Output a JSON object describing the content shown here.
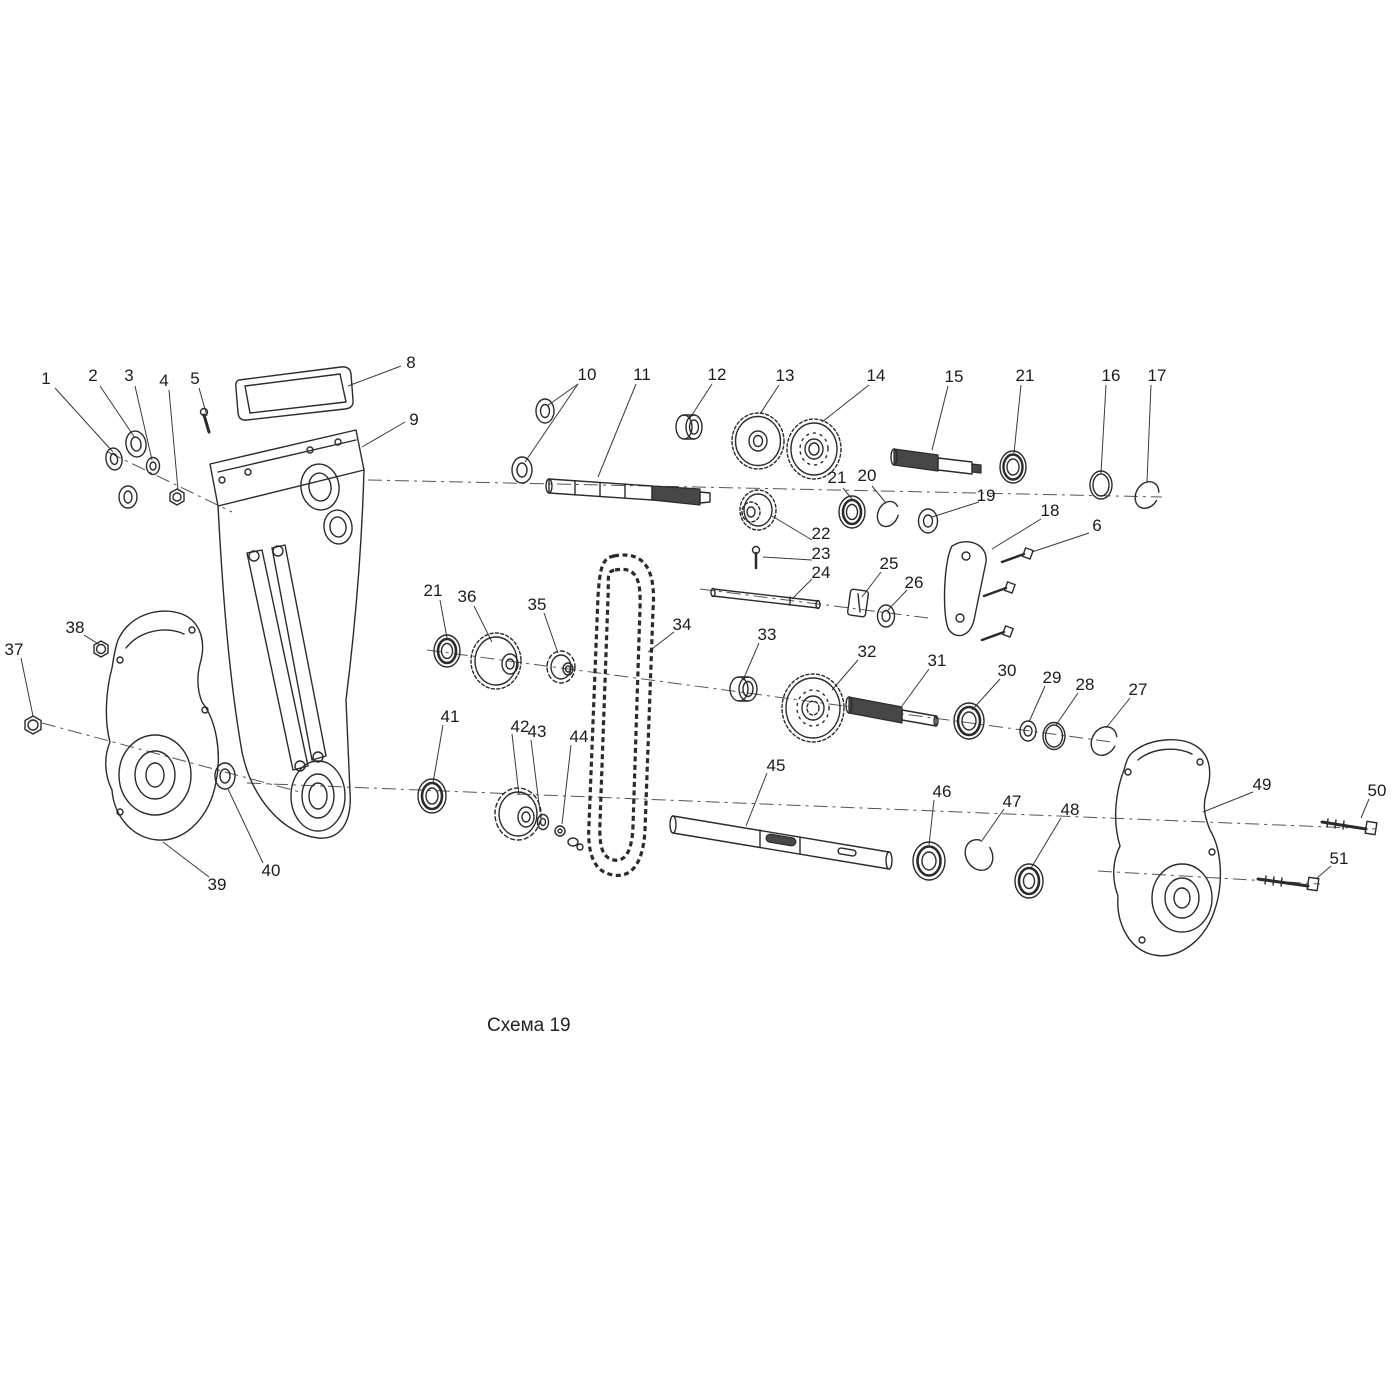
{
  "figure": {
    "caption": "Схема 19",
    "type": "exploded-parts-diagram"
  },
  "labels": [
    {
      "text": "1"
    },
    {
      "text": "2"
    },
    {
      "text": "3"
    },
    {
      "text": "4"
    },
    {
      "text": "5"
    },
    {
      "text": "8"
    },
    {
      "text": "9"
    },
    {
      "text": "10"
    },
    {
      "text": "11"
    },
    {
      "text": "12"
    },
    {
      "text": "13"
    },
    {
      "text": "14"
    },
    {
      "text": "15"
    },
    {
      "text": "21"
    },
    {
      "text": "16"
    },
    {
      "text": "17"
    },
    {
      "text": "21"
    },
    {
      "text": "20"
    },
    {
      "text": "19"
    },
    {
      "text": "18"
    },
    {
      "text": "6"
    },
    {
      "text": "22"
    },
    {
      "text": "23"
    },
    {
      "text": "24"
    },
    {
      "text": "25"
    },
    {
      "text": "26"
    },
    {
      "text": "21"
    },
    {
      "text": "36"
    },
    {
      "text": "35"
    },
    {
      "text": "34"
    },
    {
      "text": "33"
    },
    {
      "text": "32"
    },
    {
      "text": "31"
    },
    {
      "text": "30"
    },
    {
      "text": "29"
    },
    {
      "text": "28"
    },
    {
      "text": "27"
    },
    {
      "text": "38"
    },
    {
      "text": "37"
    },
    {
      "text": "41"
    },
    {
      "text": "42"
    },
    {
      "text": "43"
    },
    {
      "text": "44"
    },
    {
      "text": "45"
    },
    {
      "text": "46"
    },
    {
      "text": "47"
    },
    {
      "text": "48"
    },
    {
      "text": "49"
    },
    {
      "text": "50"
    },
    {
      "text": "51"
    },
    {
      "text": "39"
    },
    {
      "text": "40"
    }
  ]
}
